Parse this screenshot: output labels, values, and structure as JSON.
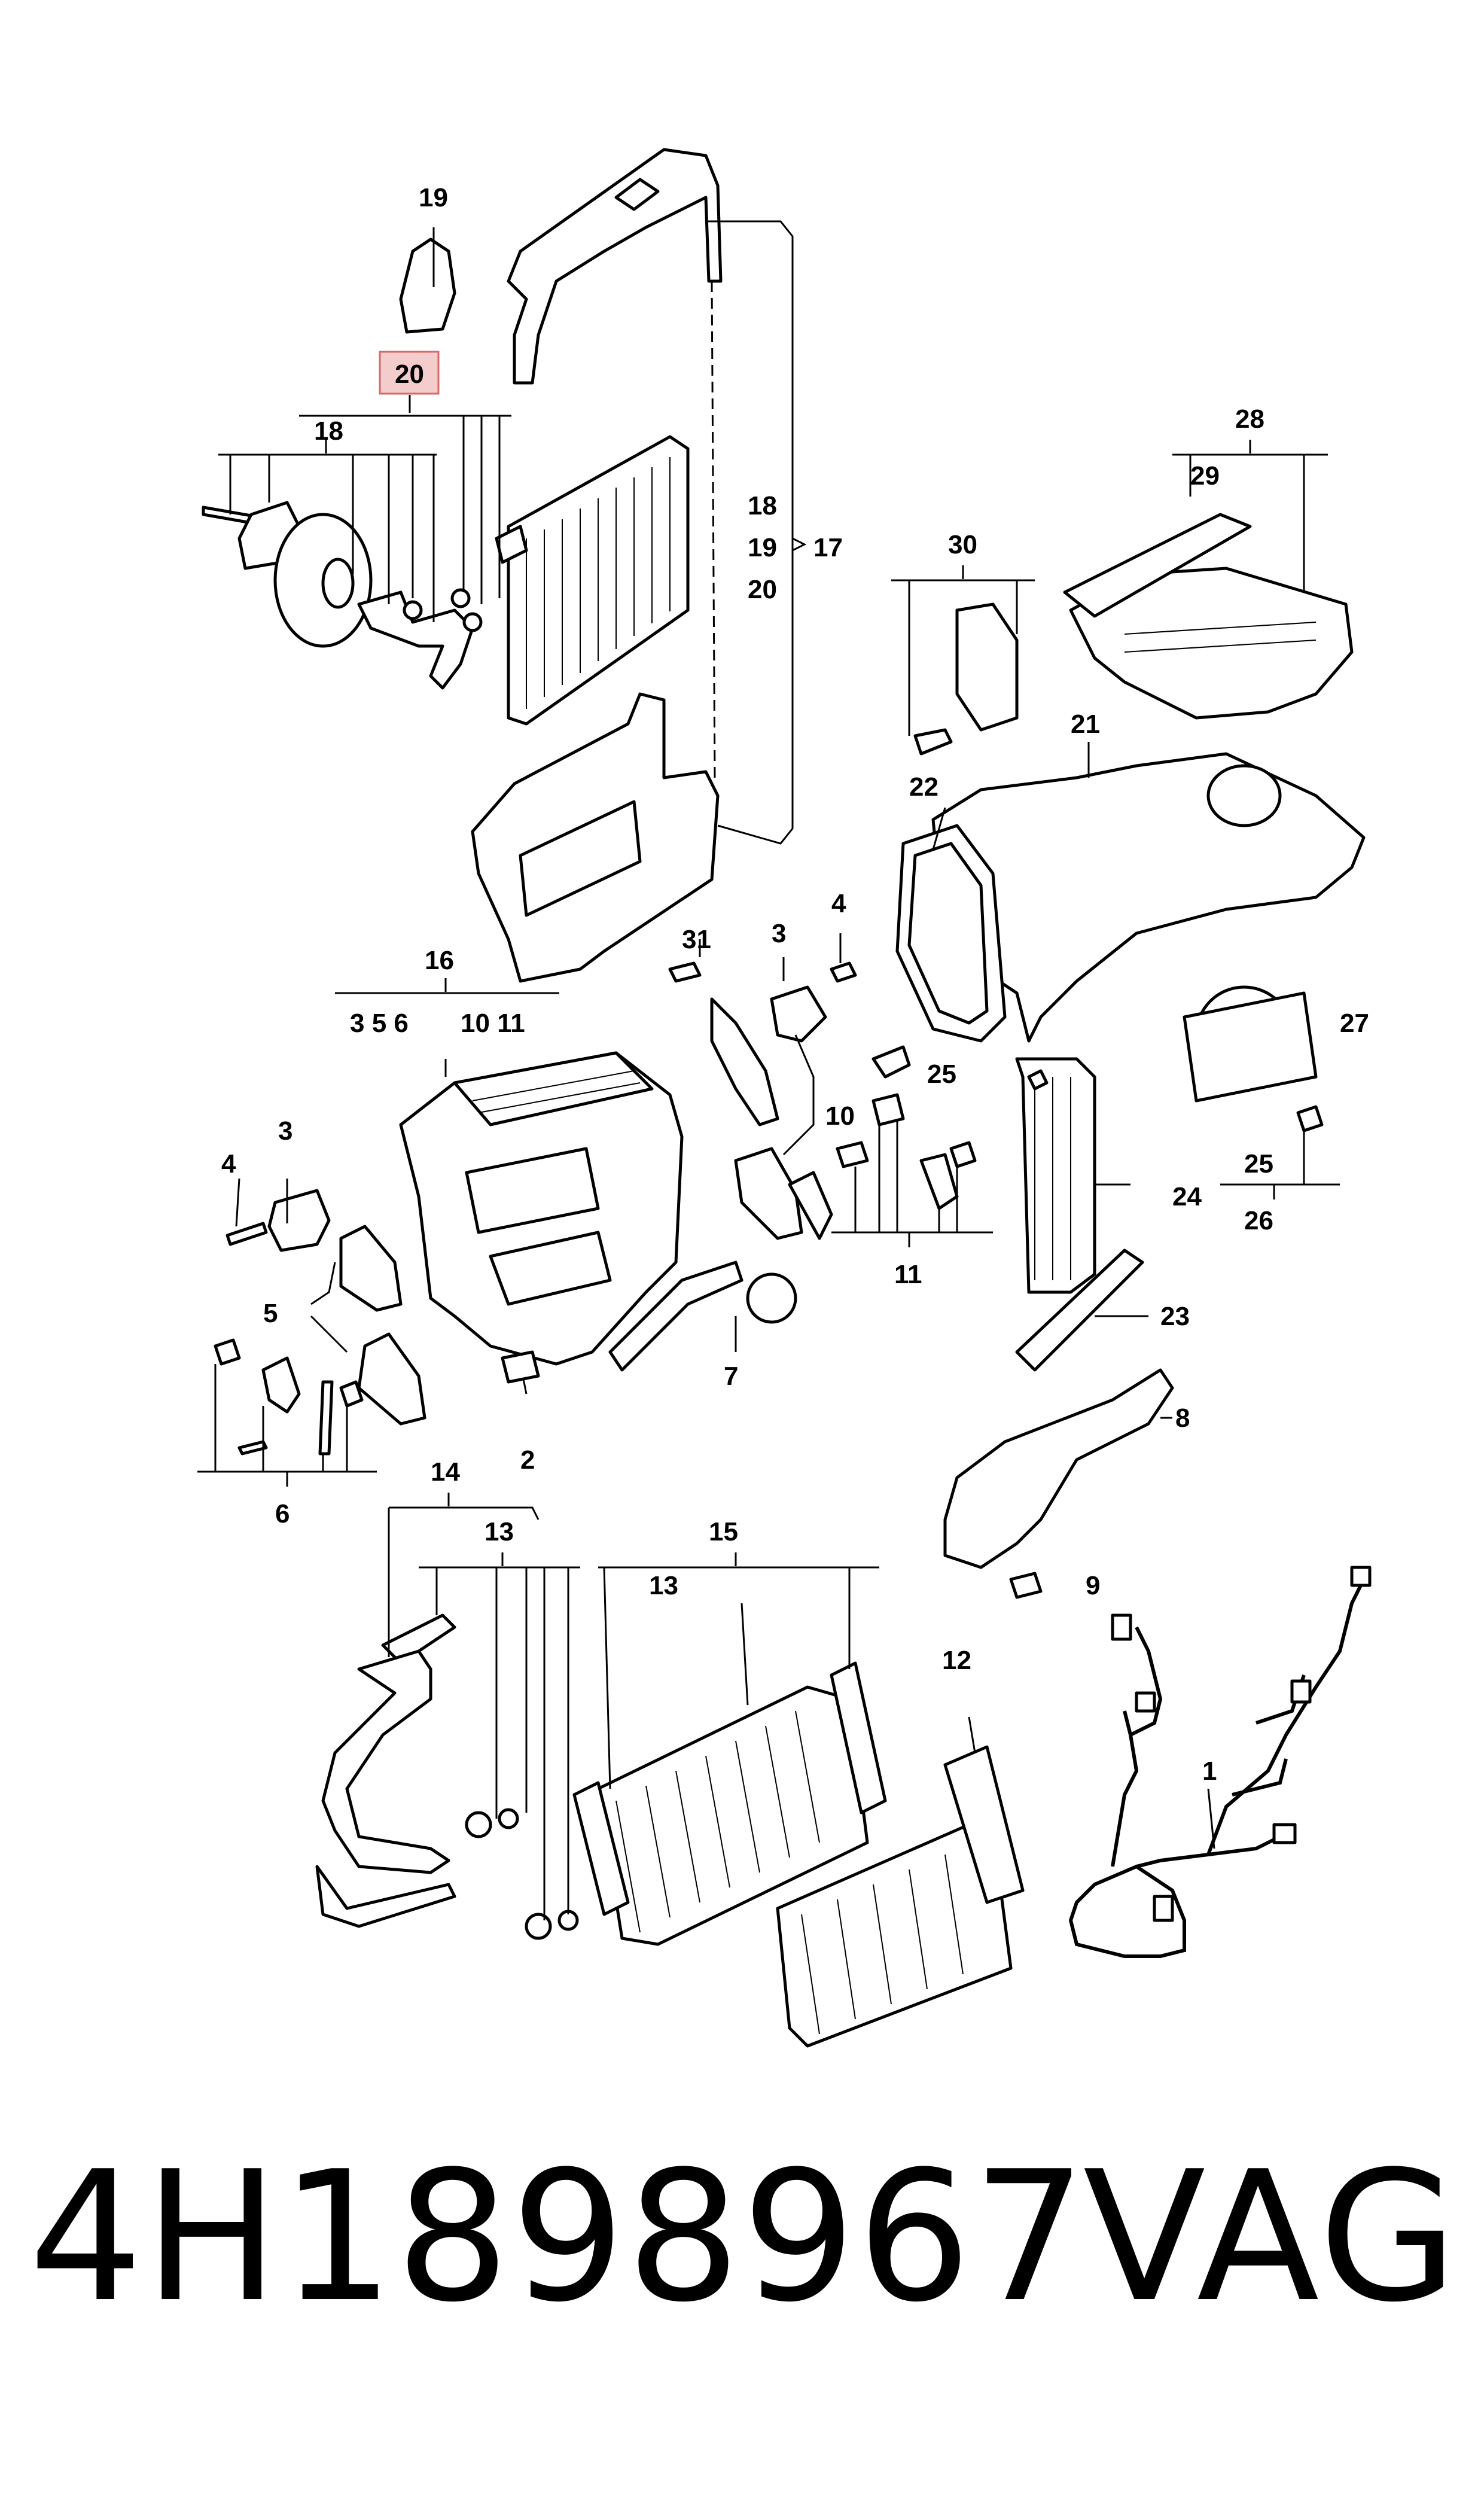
{
  "diagram": {
    "highlight_color": "#f4cccc",
    "callouts": {
      "c1": "1",
      "c2": "2",
      "c3a": "3",
      "c3b": "3",
      "c4a": "4",
      "c4b": "4",
      "c5": "5",
      "c6": "6",
      "c7": "7",
      "c8": "8",
      "c9": "9",
      "c10": "10",
      "c11": "11",
      "c12": "12",
      "c13a": "13",
      "c13b": "13",
      "c14": "14",
      "c15": "15",
      "c16": "16",
      "c16_sub": "3 5 6",
      "c16_sub2": "10 11",
      "c17": "17",
      "c17_18": "18",
      "c17_19": "19",
      "c17_20": "20",
      "c18": "18",
      "c19": "19",
      "c20": "20",
      "c21": "21",
      "c22": "22",
      "c23": "23",
      "c24": "24",
      "c25a": "25",
      "c25b": "25",
      "c26": "26",
      "c27": "27",
      "c28": "28",
      "c29": "29",
      "c30": "30",
      "c31": "31"
    }
  },
  "footer": {
    "part_number": "4H1898967",
    "brand": "VAG"
  }
}
